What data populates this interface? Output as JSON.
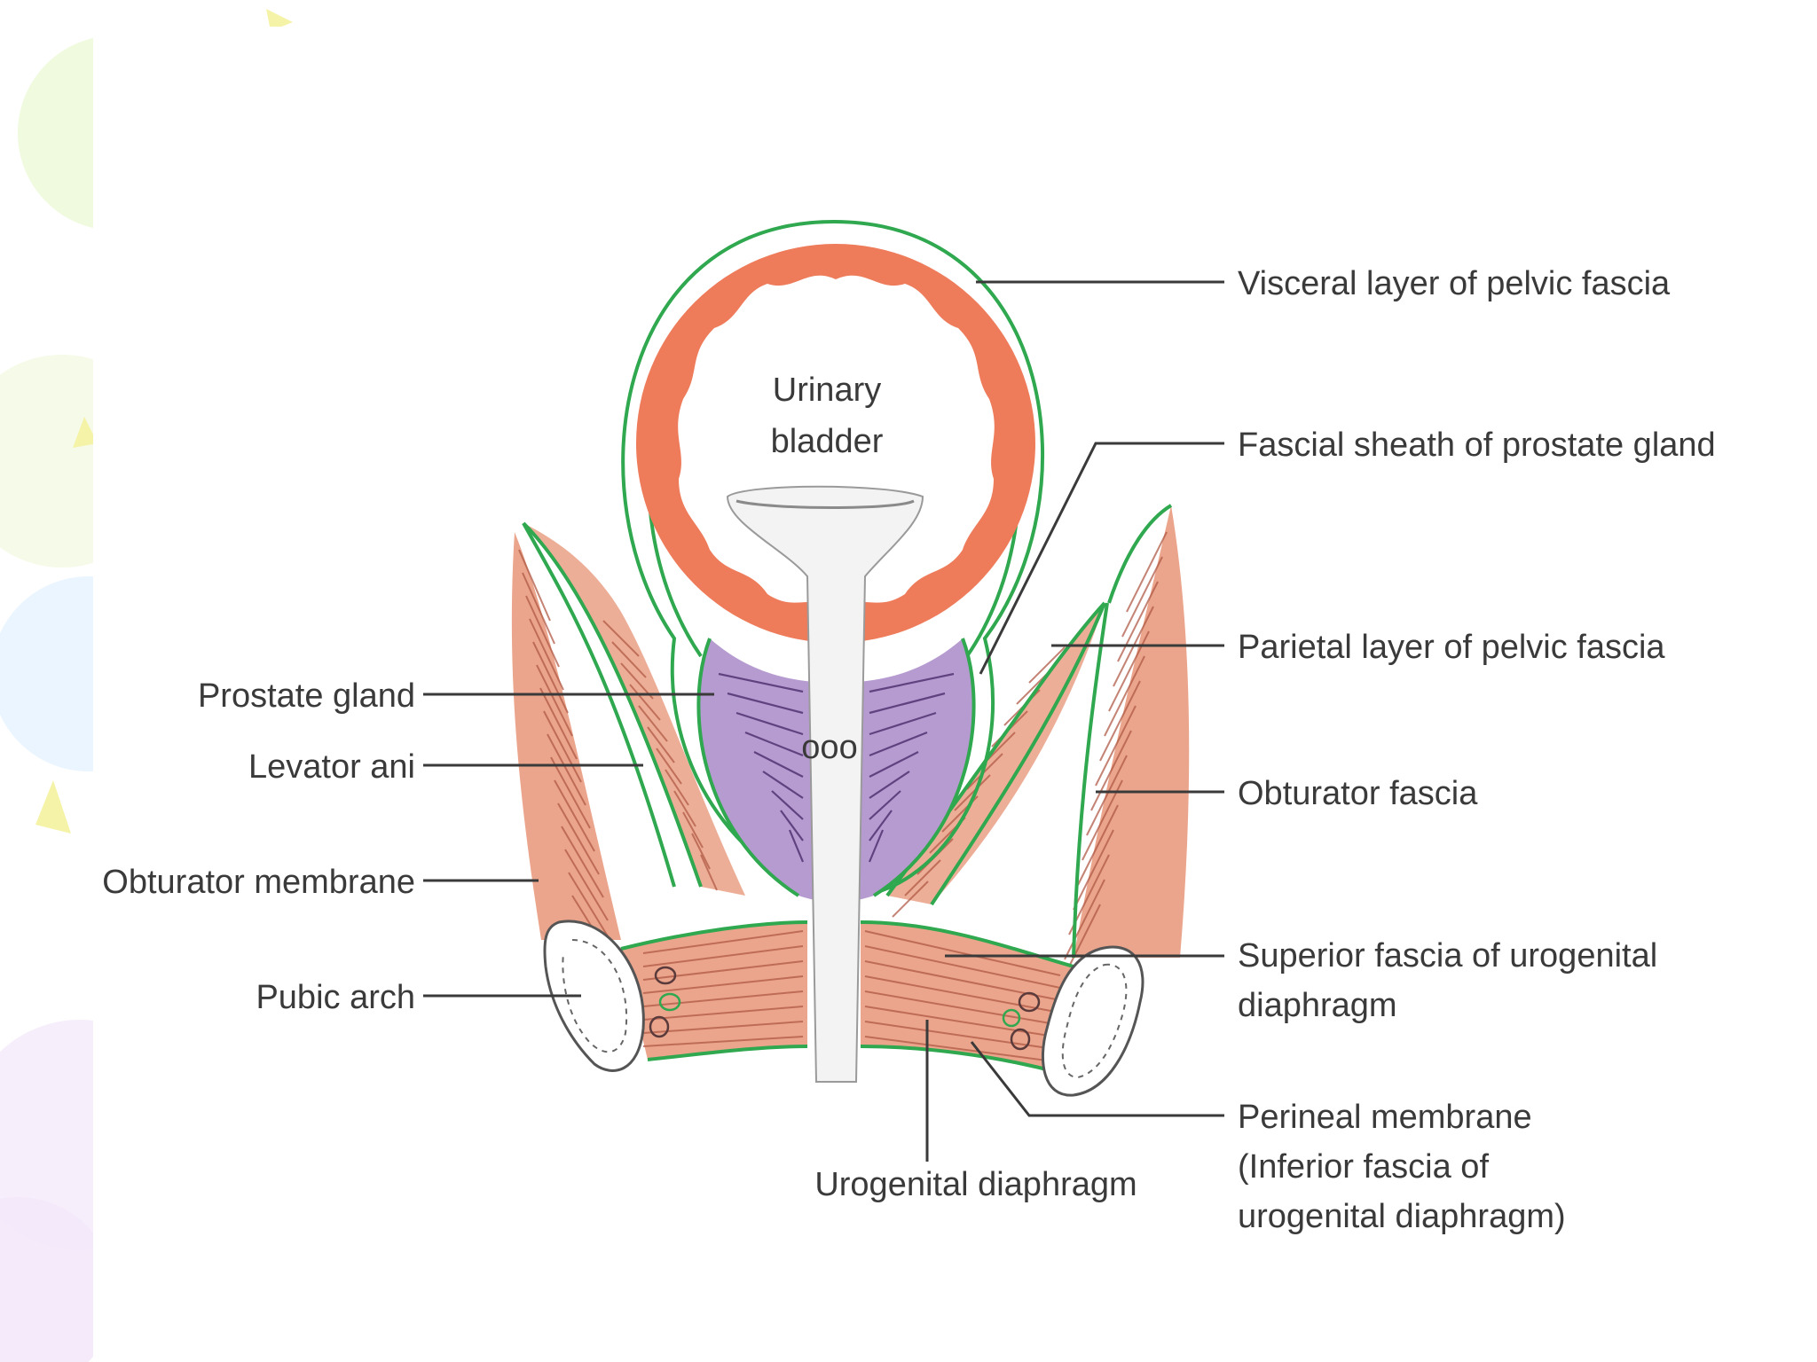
{
  "colors": {
    "bladder_wall": "#ee7b5a",
    "fascia": "#2fa84f",
    "prostate": "#b69bd0",
    "muscle": "#eba58c",
    "urethra": "#f3f3f3",
    "bone": "#ffffff",
    "label_text": "#3a3a3a"
  },
  "labels": {
    "urinary_bladder_line1": "Urinary",
    "urinary_bladder_line2": "bladder",
    "urethra_marks": "ooo",
    "visceral_layer": "Visceral layer of pelvic fascia",
    "fascial_sheath": "Fascial sheath of prostate gland",
    "parietal_layer": "Parietal layer of pelvic fascia",
    "obturator_fascia": "Obturator fascia",
    "superior_fascia_line1": "Superior fascia of urogenital",
    "superior_fascia_line2": "diaphragm",
    "perineal_membrane_line1": "Perineal membrane",
    "perineal_membrane_line2": "(Inferior fascia of",
    "perineal_membrane_line3": "urogenital diaphragm)",
    "prostate_gland": "Prostate gland",
    "levator_ani": "Levator ani",
    "obturator_membrane": "Obturator membrane",
    "pubic_arch": "Pubic arch",
    "urogenital_diaphragm": "Urogenital diaphragm"
  }
}
